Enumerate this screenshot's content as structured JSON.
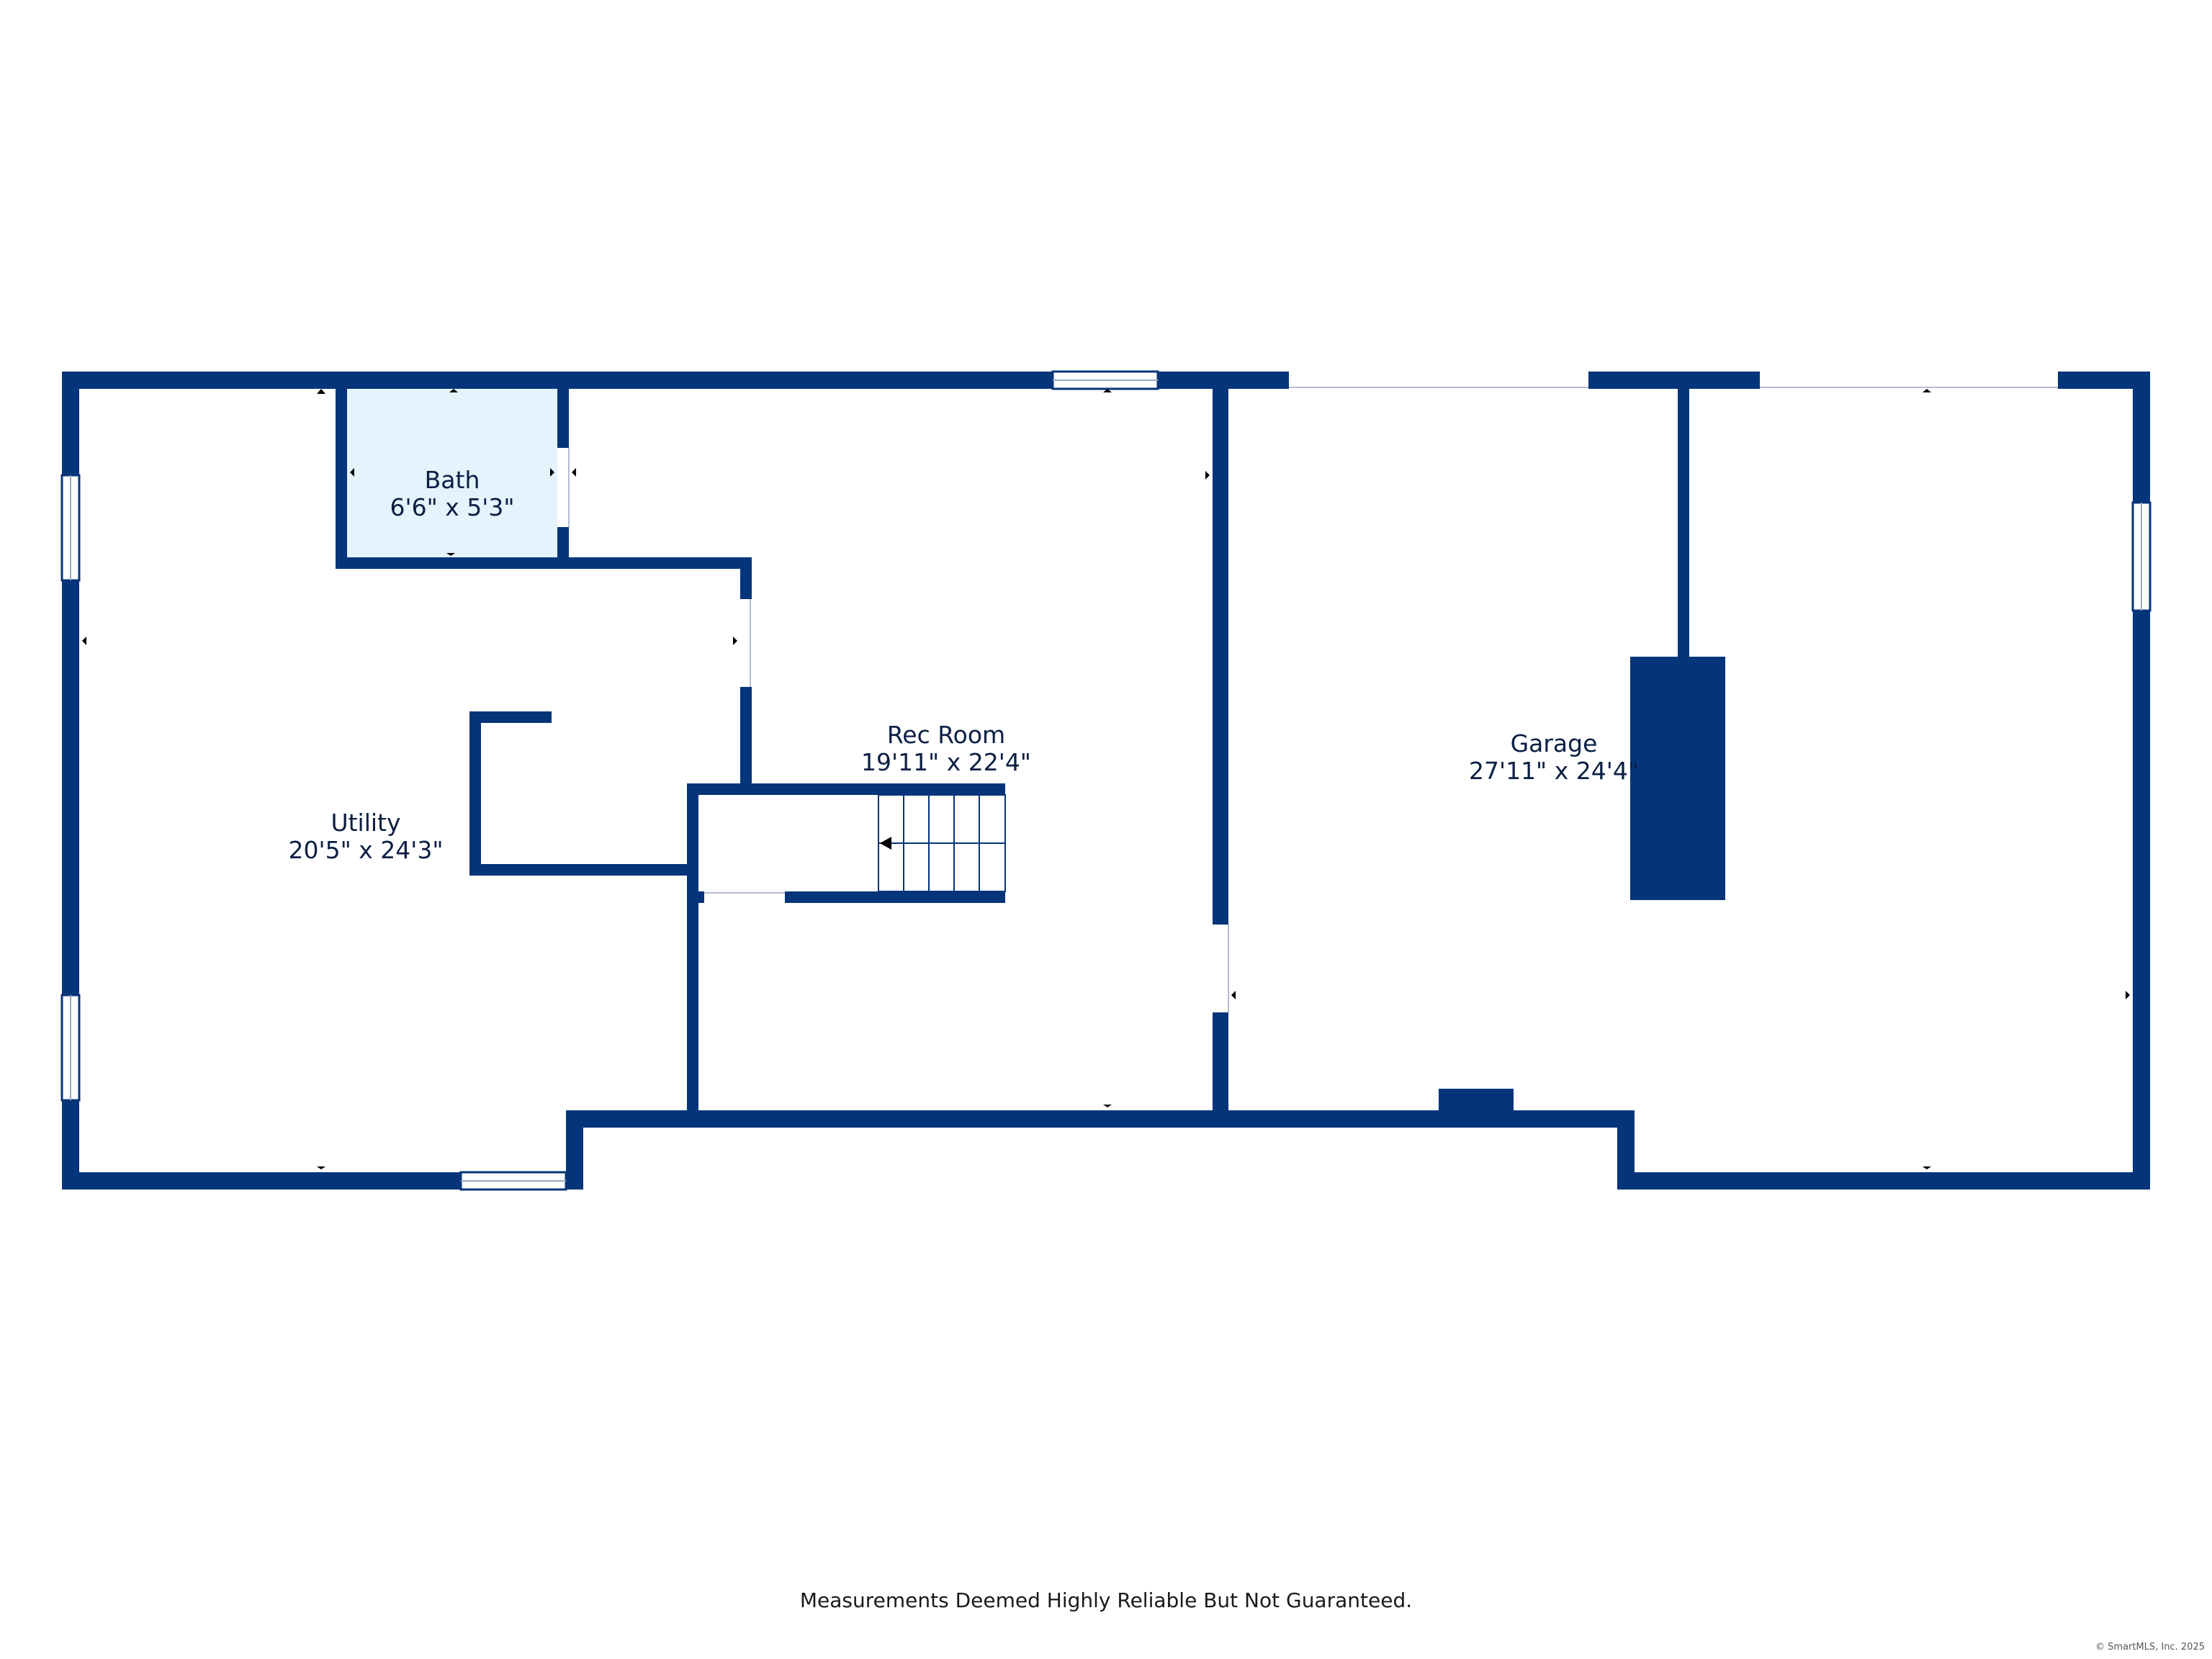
{
  "colors": {
    "wall": "#04357a",
    "bath_fill": "#e4f3fc",
    "background": "#ffffff"
  },
  "rooms": {
    "bath": {
      "name": "Bath",
      "dims": "6'6\" x 5'3\""
    },
    "rec": {
      "name": "Rec Room",
      "dims": "19'11\" x 22'4\""
    },
    "utility": {
      "name": "Utility",
      "dims": "20'5\" x 24'3\""
    },
    "garage": {
      "name": "Garage",
      "dims": "27'11\" x 24'4\""
    }
  },
  "footer": {
    "disclaimer": "Measurements Deemed Highly Reliable But Not Guaranteed.",
    "copyright": "© SmartMLS, Inc. 2025"
  }
}
